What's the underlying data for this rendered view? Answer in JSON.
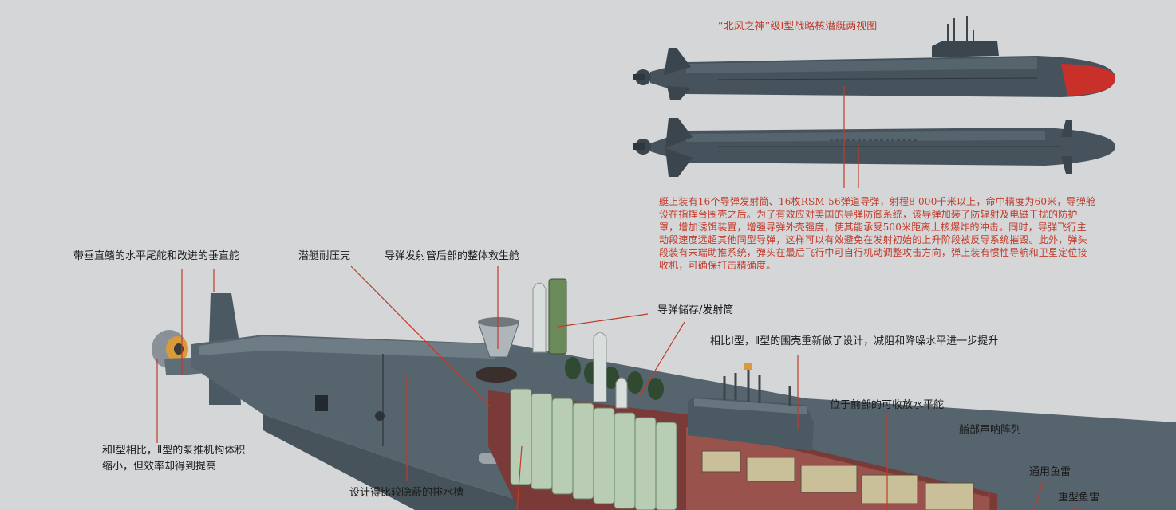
{
  "title": "“北风之神”级Ⅰ型战略核潜艇两视图",
  "description": "艇上装有16个导弹发射筒、16枚RSM-56弹道导弹，射程8 000千米以上，命中精度为60米，导弹舱设在指挥台围壳之后。为了有效应对美国的导弹防御系统，该导弹加装了防辐射及电磁干扰的防护罩，增加诱饵装置，增强导弹外壳强度，使其能承受500米距离上核爆炸的冲击。同时，导弹飞行主动段速度远超其他同型导弹，这样可以有效避免在发射初始的上升阶段被反导系统摧毁。此外，弹头段装有末端助推系统，弹头在最后飞行中可自行机动调整攻击方向，弹上装有惯性导航和卫星定位接收机，可确保打击精确度。",
  "labels": {
    "tail": "带垂直鳍的水平尾舵和改进的垂直舵",
    "pressure_hull": "潜艇耐压壳",
    "rescue": "导弹发射管后部的整体救生舱",
    "missile_tube": "导弹储存/发射筒",
    "sail": "相比Ⅰ型，Ⅱ型的围壳重新做了设计，减阻和降噪水平进一步提升",
    "fwd_planes": "位于前部的可收放水平舵",
    "sonar": "艏部声呐阵列",
    "torpedo": "通用鱼雷",
    "heavy_torpedo": "重型鱼雷",
    "pump_jet": "和Ⅰ型相比，Ⅱ型的泵推机构体积缩小，但效率却得到提高",
    "drain": "设计得比较隐蔽的排水槽"
  },
  "colors": {
    "background": "#d4d6d8",
    "hull": "#3f4a52",
    "hull_light": "#5f6d76",
    "annotation": "#c23a2a",
    "inner": "#7a3a38",
    "tubes": "#a8c0a4"
  }
}
